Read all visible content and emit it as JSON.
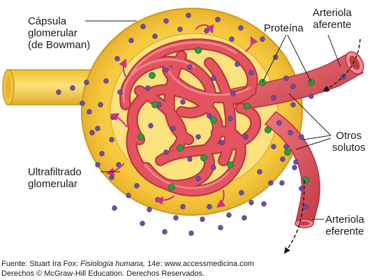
{
  "labels": {
    "capsule": [
      "Cápsula",
      "glomerular",
      "(de Bowman)"
    ],
    "protein": "Proteína",
    "afferent": [
      "Arteriola",
      "aferente"
    ],
    "other_solutes": [
      "Otros",
      "solutos"
    ],
    "ultrafiltrate": [
      "Ultrafiltrado",
      "glomerular"
    ],
    "efferent": [
      "Arteriola",
      "eferente"
    ]
  },
  "footer": {
    "source_prefix": "Fuente: Stuart Ira Fox: ",
    "book_title": "Fisiología humana,",
    "source_suffix": " 14e: www.accessmedicina.com",
    "rights": "Derechos © McGraw-Hill Education. Derechos Reservados."
  },
  "colors": {
    "capsule": "#f5c842",
    "capsule_edge": "#d9a21e",
    "capsule_inner": "#fbe070",
    "vessel": "#e0505a",
    "vessel_dark": "#b8323d",
    "vessel_light": "#f08088",
    "solute": "#6a4fa8",
    "protein": "#2e9a3e",
    "arrow": "#d0308a"
  }
}
